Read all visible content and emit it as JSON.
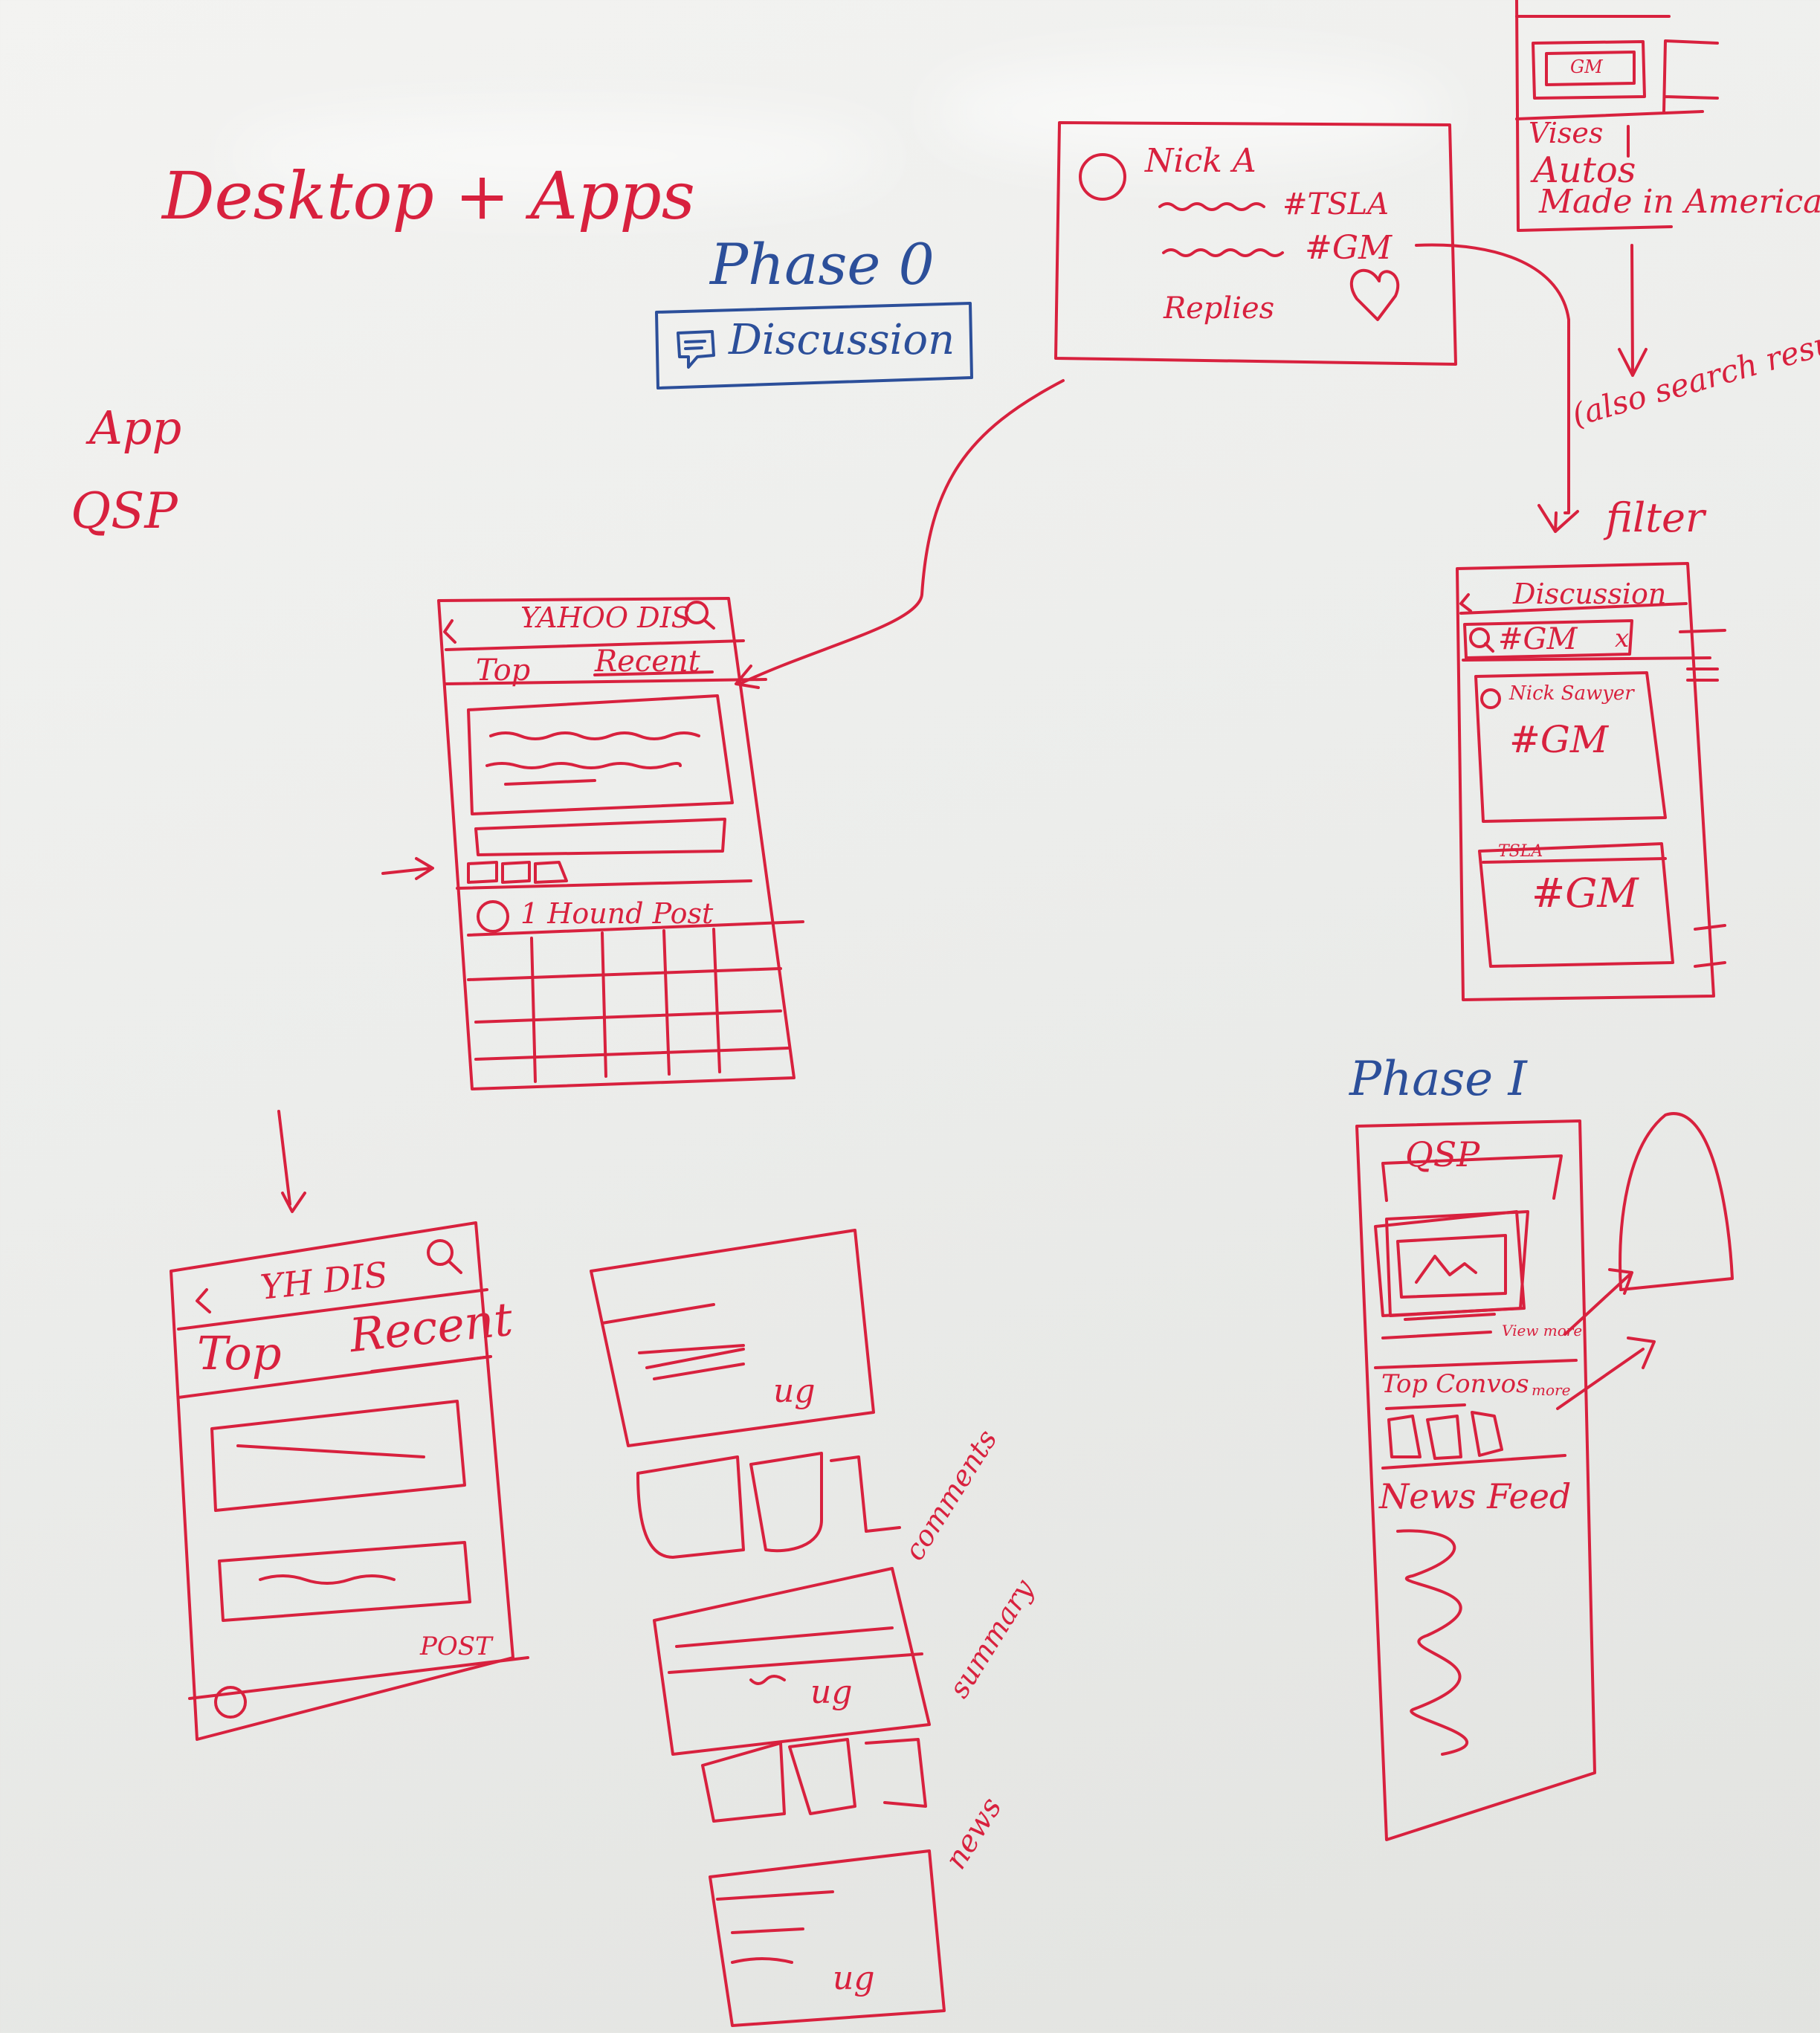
{
  "colors": {
    "marker_red": "#d8213e",
    "marker_blue": "#2c4f9a",
    "board": "#ececea"
  },
  "heading": "Desktop + Apps",
  "app_label": "App",
  "qsp_label": "QSP",
  "phase0": {
    "title": "Phase 0",
    "badge_icon": "chat-bubble-icon",
    "badge_text": "Discussion"
  },
  "post_card": {
    "author": "Nick A",
    "tag1": "#TSLA",
    "tag2": "#GM",
    "replies": "Replies",
    "like_icon": "heart-icon"
  },
  "categories_box": {
    "btn": "GM",
    "items": [
      "Vises",
      "Autos",
      "Made in America"
    ]
  },
  "annotation_search": "(also search results)",
  "filter_label": "filter",
  "filtered_screen": {
    "title": "Discussion",
    "search_tag": "#GM",
    "clear": "x",
    "post_user": "Nick Sawyer",
    "post_tag": "#GM",
    "tsla_chip": "TSLA",
    "second_tag": "#GM"
  },
  "screen1": {
    "title": "YAHOO DIS",
    "tab_top": "Top",
    "tab_recent": "Recent",
    "poster": "1 Hound Post"
  },
  "screen2": {
    "title": "YH DIS",
    "tab_top": "Top",
    "tab_recent": "Recent",
    "post": "POST"
  },
  "stack": {
    "ug1": "ug",
    "comments": "comments",
    "summary": "summary",
    "ug2": "ug",
    "news": "news",
    "ug3": "ug"
  },
  "phase1": {
    "title": "Phase I",
    "header": "QSP",
    "view_more": "View more",
    "top_convos": "Top Convos",
    "more": "more",
    "news_feed": "News Feed"
  }
}
